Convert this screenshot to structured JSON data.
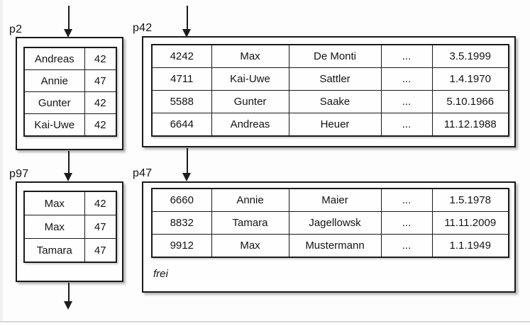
{
  "pages": {
    "p2": {
      "label": "p2",
      "rows": [
        [
          "Andreas",
          "42"
        ],
        [
          "Annie",
          "47"
        ],
        [
          "Gunter",
          "42"
        ],
        [
          "Kai-Uwe",
          "42"
        ]
      ]
    },
    "p42": {
      "label": "p42",
      "rows": [
        [
          "4242",
          "Max",
          "De Monti",
          "...",
          "3.5.1999"
        ],
        [
          "4711",
          "Kai-Uwe",
          "Sattler",
          "...",
          "1.4.1970"
        ],
        [
          "5588",
          "Gunter",
          "Saake",
          "...",
          "5.10.1966"
        ],
        [
          "6644",
          "Andreas",
          "Heuer",
          "...",
          "11.12.1988"
        ]
      ]
    },
    "p97": {
      "label": "p97",
      "rows": [
        [
          "Max",
          "42"
        ],
        [
          "Max",
          "47"
        ],
        [
          "Tamara",
          "47"
        ]
      ]
    },
    "p47": {
      "label": "p47",
      "rows": [
        [
          "6660",
          "Annie",
          "Maier",
          "...",
          "1.5.1978"
        ],
        [
          "8832",
          "Tamara",
          "Jagellowsk",
          "...",
          "11.11.2009"
        ],
        [
          "9912",
          "Max",
          "Mustermann",
          "...",
          "1.1.1949"
        ]
      ],
      "free_label": "frei"
    }
  },
  "colors": {
    "ink": "#1a1a1a",
    "background": "#fdfdfd",
    "divider": "#d8d8d8"
  }
}
